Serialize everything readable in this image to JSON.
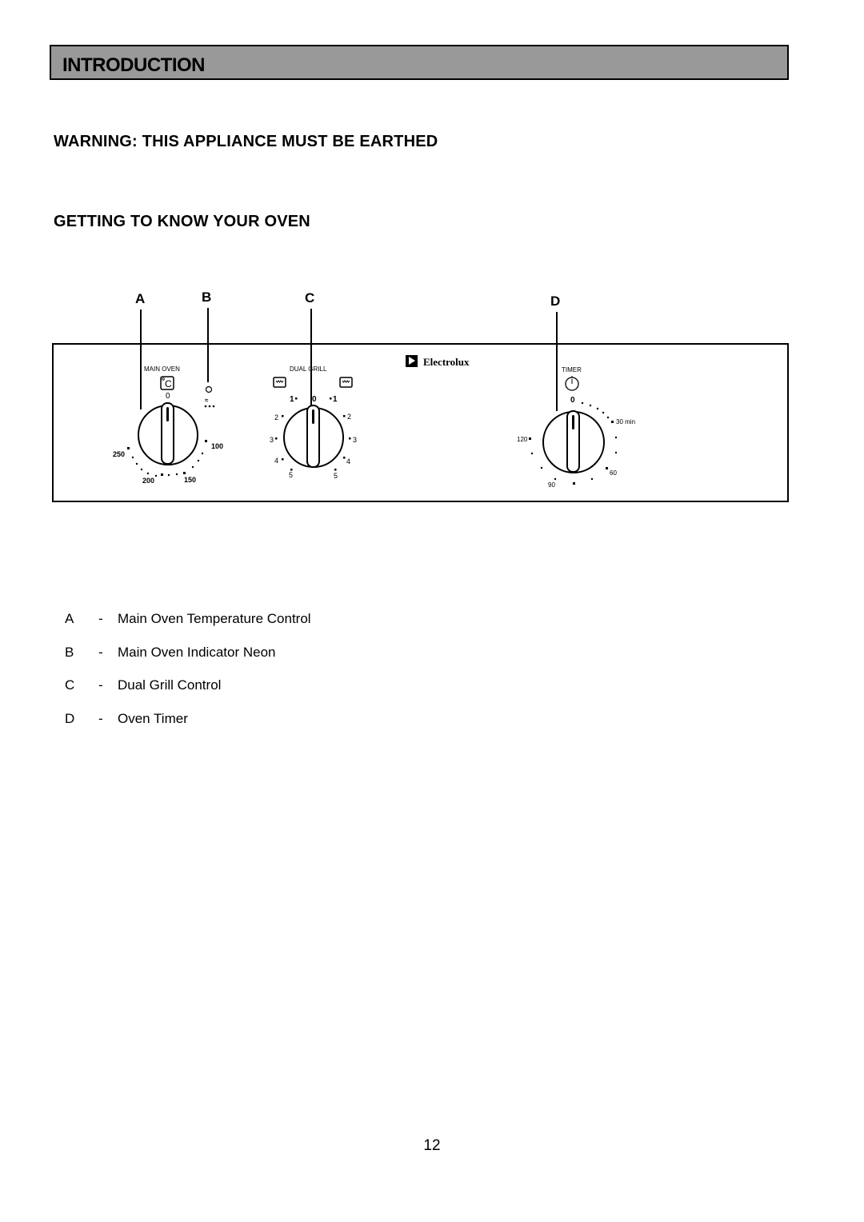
{
  "section": {
    "title": "INTRODUCTION"
  },
  "warning": "WARNING: THIS APPLIANCE MUST BE EARTHED",
  "subheading": "GETTING TO KNOW YOUR OVEN",
  "callouts": [
    "A",
    "B",
    "C",
    "D"
  ],
  "panel": {
    "brand": "Electrolux",
    "main_oven": {
      "label": "MAIN OVEN",
      "icon": "celsius-icon",
      "zero": "0",
      "marks": [
        "250",
        "200",
        "150",
        "100"
      ]
    },
    "indicator": {
      "icon": "neon-indicator-icon",
      "symbol_icon": "heat-symbol-icon"
    },
    "dual_grill": {
      "label": "DUAL GRILL",
      "left_marks": [
        "1",
        "2",
        "3",
        "4",
        "5"
      ],
      "zero": "0",
      "right_marks": [
        "1",
        "2",
        "3",
        "4",
        "5"
      ],
      "icons": [
        "grill-full-icon",
        "grill-half-icon"
      ]
    },
    "timer": {
      "label": "TIMER",
      "icon": "clock-icon",
      "zero": "0",
      "marks": [
        "30 min",
        "60",
        "90",
        "120"
      ]
    }
  },
  "legend": [
    {
      "letter": "A",
      "dash": "-",
      "desc": "Main Oven Temperature Control"
    },
    {
      "letter": "B",
      "dash": "-",
      "desc": "Main Oven Indicator Neon"
    },
    {
      "letter": "C",
      "dash": "-",
      "desc": "Dual Grill Control"
    },
    {
      "letter": "D",
      "dash": "-",
      "desc": "Oven Timer"
    }
  ],
  "page_number": "12"
}
